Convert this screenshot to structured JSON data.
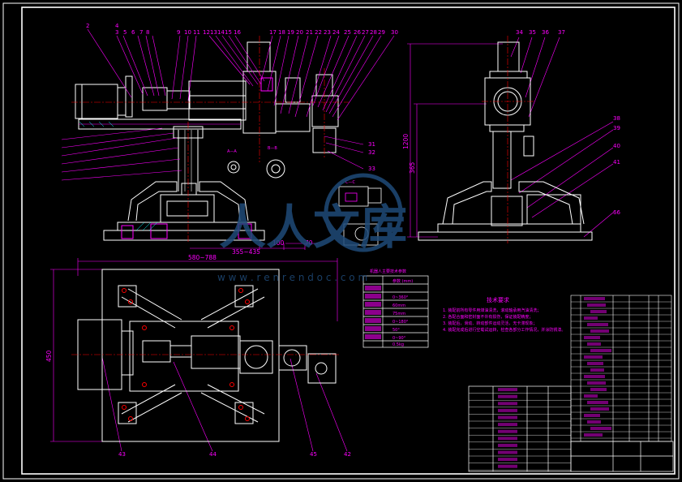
{
  "colors": {
    "background": "#000000",
    "outline": "#ffffff",
    "annotation": "#ff00ff",
    "centerline": "#ff0000",
    "hatch": "#00ffff",
    "watermark": "#1f4a78"
  },
  "callouts": {
    "top_row": [
      "2",
      "3",
      "4",
      "5",
      "6",
      "7",
      "8",
      "9",
      "10",
      "11",
      "12",
      "13",
      "14",
      "15",
      "16",
      "17",
      "18",
      "19",
      "20",
      "21",
      "22",
      "23",
      "24",
      "25",
      "26",
      "27",
      "28",
      "29",
      "30"
    ],
    "side_view": [
      "34",
      "35",
      "36",
      "37",
      "38",
      "39",
      "40",
      "41",
      "66"
    ],
    "right_side": [
      "31",
      "32",
      "33"
    ],
    "plan_view": [
      "43",
      "44",
      "45",
      "42"
    ]
  },
  "dimensions": {
    "top_span": "355~435",
    "d100": "100",
    "d70": "70",
    "height_1": "1200",
    "height_2": "365",
    "plan_width": "580~788",
    "plan_height": "450"
  },
  "detail_labels": {
    "section_a": "A—A",
    "section_b": "B—B",
    "section_c": "C—C"
  },
  "param_table": {
    "title": "机器人主要技术参数",
    "header": [
      "",
      "参数 (mm)"
    ],
    "rows": [
      [
        "",
        "0~360°"
      ],
      [
        "",
        "60mm"
      ],
      [
        "",
        "75mm"
      ],
      [
        "",
        "0~180°"
      ],
      [
        "",
        "50°"
      ],
      [
        "",
        "0~90°"
      ],
      [
        "",
        "0.5kg"
      ]
    ]
  },
  "notes": {
    "title": "技术要求",
    "lines": [
      "1. 装配前所有零件用煤油清洗，滚动轴承用汽油清洗；",
      "2. 各配合面和密封面不许有损伤，保证装配精度；",
      "3. 装配后，滑动、转动部件运动灵活，无卡滞现象；",
      "4. 装配完成后进行空载试运转，检查各部分工作情况，并涂防锈漆。"
    ]
  },
  "watermark": {
    "text": "人人文库",
    "url": "w w w . r e n r e n d o c . c o m"
  }
}
